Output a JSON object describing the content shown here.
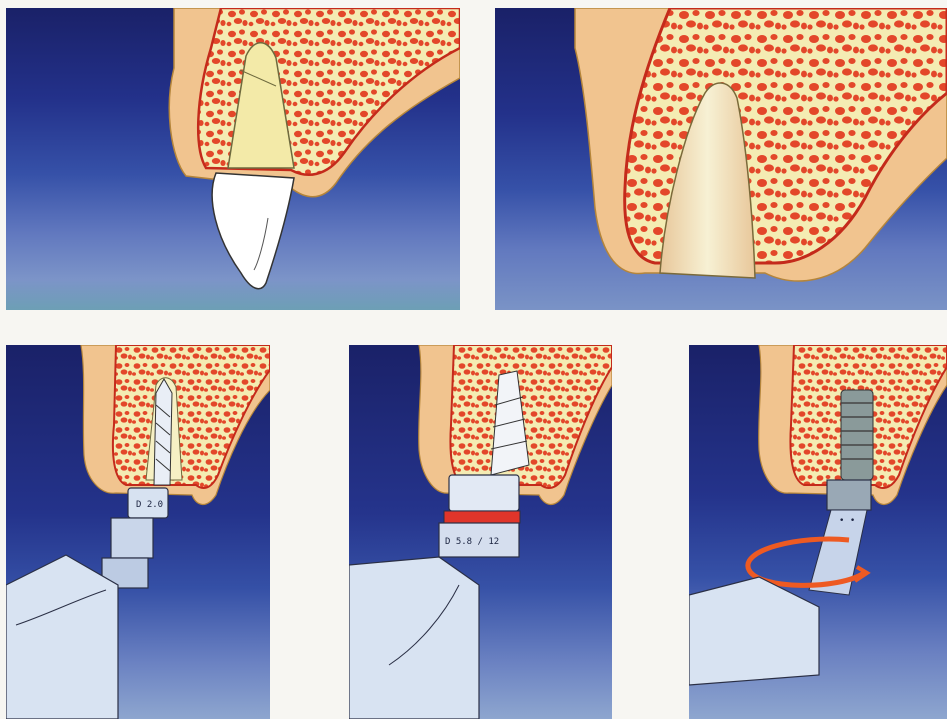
{
  "figure": {
    "panels": [
      {
        "id": "tooth-in-socket",
        "label": ""
      },
      {
        "id": "empty-socket-after-extraction",
        "label": ""
      },
      {
        "id": "pilot-drill",
        "label": "D 2.0"
      },
      {
        "id": "profile-drill",
        "label": "D 5.8 / 12"
      },
      {
        "id": "implant-insertion",
        "label": "• •"
      }
    ]
  },
  "colors": {
    "bg_dark": "#1d2770",
    "bg_mid": "#2f45a0",
    "bg_light": "#5f7bc0",
    "bg_base": "#7fa6c4",
    "gum": "#f1c48f",
    "bone": "#f4ecb3",
    "marrow": "#e3472a",
    "tooth": "#f6f0c4",
    "instrument": "#d7e2f1",
    "arrow": "#ee5a22"
  }
}
